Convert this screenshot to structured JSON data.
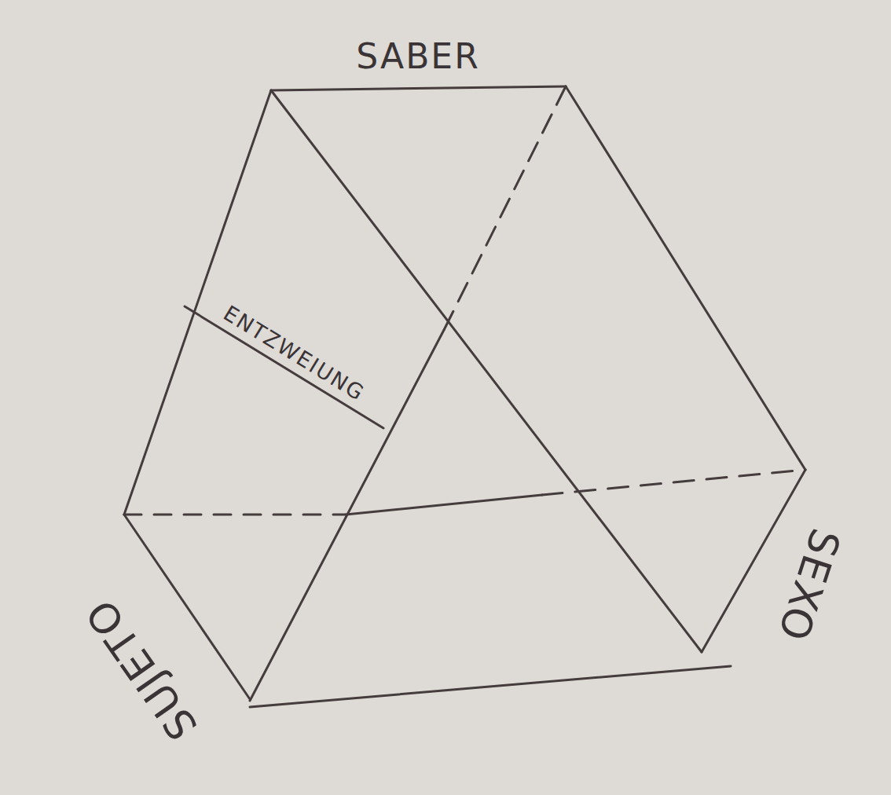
{
  "diagram": {
    "labels": [
      "SABER",
      "ENTZWEIUNG",
      "SUJETO",
      "SEXO"
    ]
  }
}
